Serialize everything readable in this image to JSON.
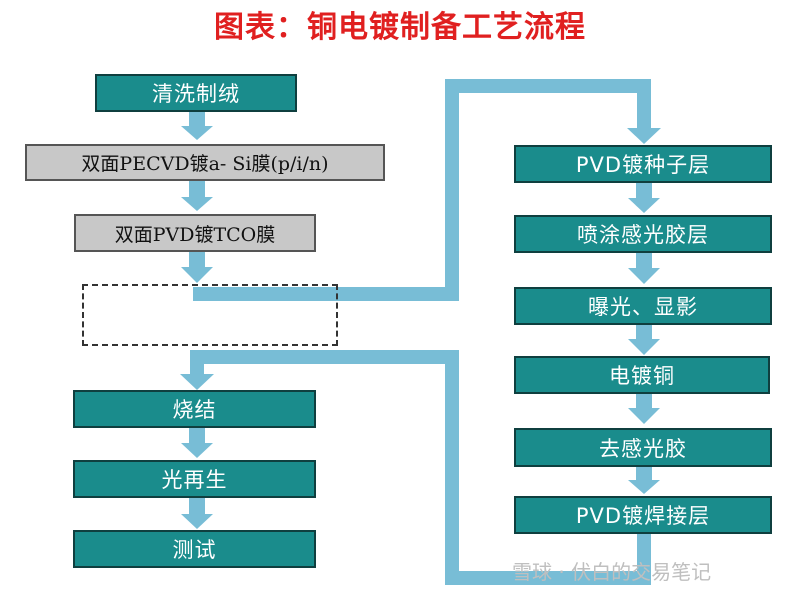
{
  "title": "图表：铜电镀制备工艺流程",
  "left_steps": {
    "s1": "清洗制绒",
    "s2": "双面PECVD镀a- Si膜(p/i/n)",
    "s3": "双面PVD镀TCO膜",
    "s4": "烧结",
    "s5": "光再生",
    "s6": "测试"
  },
  "right_steps": {
    "r1": "PVD镀种子层",
    "r2": "喷涂感光胶层",
    "r3": "曝光、显影",
    "r4": "电镀铜",
    "r5": "去感光胶",
    "r6": "PVD镀焊接层"
  },
  "watermark": "雪球 · 伏白的交易笔记",
  "colors": {
    "title": "#e02020",
    "step_fill": "#1a8c8c",
    "gray_step_fill": "#c8c8c8",
    "connector": "#78bdd6"
  }
}
